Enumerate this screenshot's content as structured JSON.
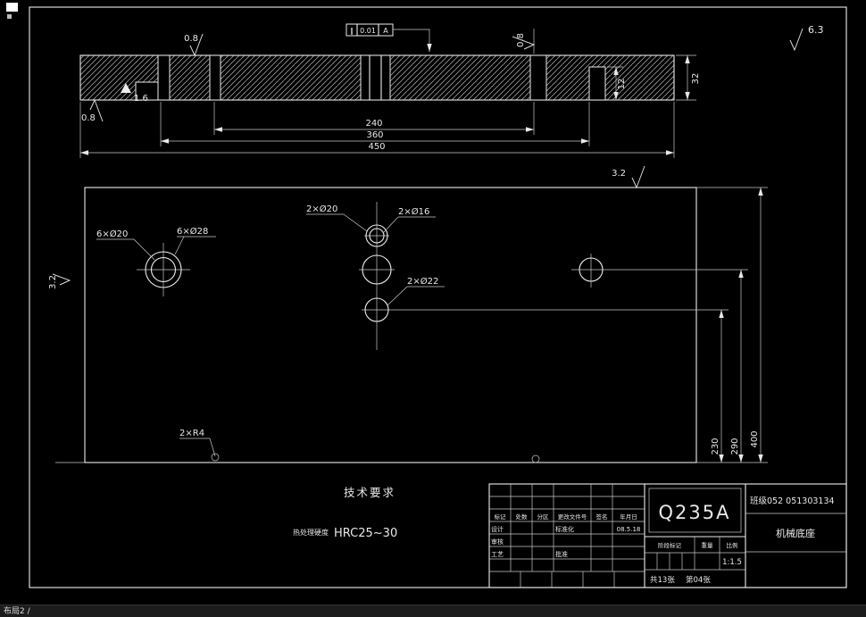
{
  "statusbar": {
    "layout_tab": "布局2 /"
  },
  "section": {
    "dim_240": "240",
    "dim_360": "360",
    "dim_450": "450",
    "dim_32": "32",
    "dim_12": "12",
    "rough_top": "0.8",
    "rough_bottom": "0.8",
    "rough_step": "1.6",
    "rough_slot": "0.8",
    "rough_general": "6.3",
    "fcf_symbol": "∥",
    "fcf_value": "0.01",
    "fcf_datum": "A"
  },
  "plan": {
    "label_6x20": "6×Ø20",
    "label_6x28": "6×Ø28",
    "label_2x20": "2×Ø20",
    "label_2x16": "2×Ø16",
    "label_2x22": "2×Ø22",
    "label_2xr4": "2×R4",
    "dim_230": "230",
    "dim_290": "290",
    "dim_400": "400",
    "rough_left": "3.2",
    "rough_top": "3.2"
  },
  "notes": {
    "heading": "技术要求",
    "hardness_label": "热处理硬度",
    "hardness_value": "HRC25~30"
  },
  "titleblock": {
    "material": "Q235A",
    "org": "班级052  051303134",
    "part_name": "机械底座",
    "col_mark": "标记",
    "col_count": "处数",
    "col_zone": "分区",
    "col_changefile": "更改文件号",
    "col_sign": "签名",
    "col_date": "年月日",
    "row_design": "设计",
    "row_standard": "标准化",
    "date_value": "08.5.18",
    "row_check": "审核",
    "row_process": "工艺",
    "row_approve": "批准",
    "stage_label": "阶段标记",
    "weight_label": "重量",
    "scale_label": "比例",
    "scale_value": "1:1.5",
    "sheet_total": "共13张",
    "sheet_no": "第04张"
  }
}
